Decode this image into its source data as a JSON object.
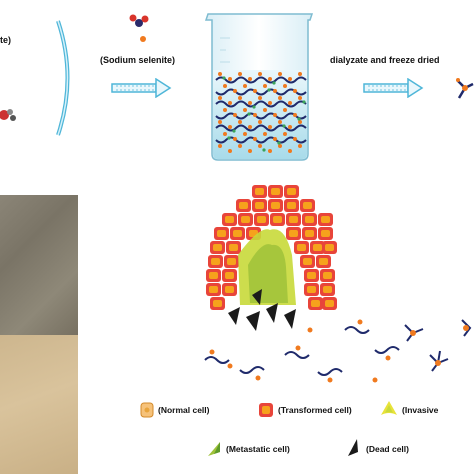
{
  "top_row": {
    "left_cut_label": "te)",
    "reagent_label": "(Sodium selenite)",
    "process_label": "dialyzate  and freeze dried"
  },
  "legend": {
    "items": [
      {
        "label": "(Normal cell)",
        "icon": "normal-cell-icon"
      },
      {
        "label": "(Transformed cell)",
        "icon": "transformed-cell-icon"
      },
      {
        "label": "(Invasive",
        "icon": "invasive-cell-icon"
      },
      {
        "label": "(Metastatic cell)",
        "icon": "metastatic-cell-icon"
      },
      {
        "label": "(Dead cell)",
        "icon": "dead-cell-icon"
      }
    ]
  },
  "colors": {
    "arrow": "#4fb6d8",
    "beaker_liquid": "#a8dbea",
    "chain": "#1f2a6b",
    "nanoparticle": "#f07a1f",
    "transformed_cell": "#e8453a",
    "transformed_cell_fill": "#f6a21c",
    "invasive_cell": "#c8d93a",
    "dead_cell": "#1b1b1b"
  }
}
